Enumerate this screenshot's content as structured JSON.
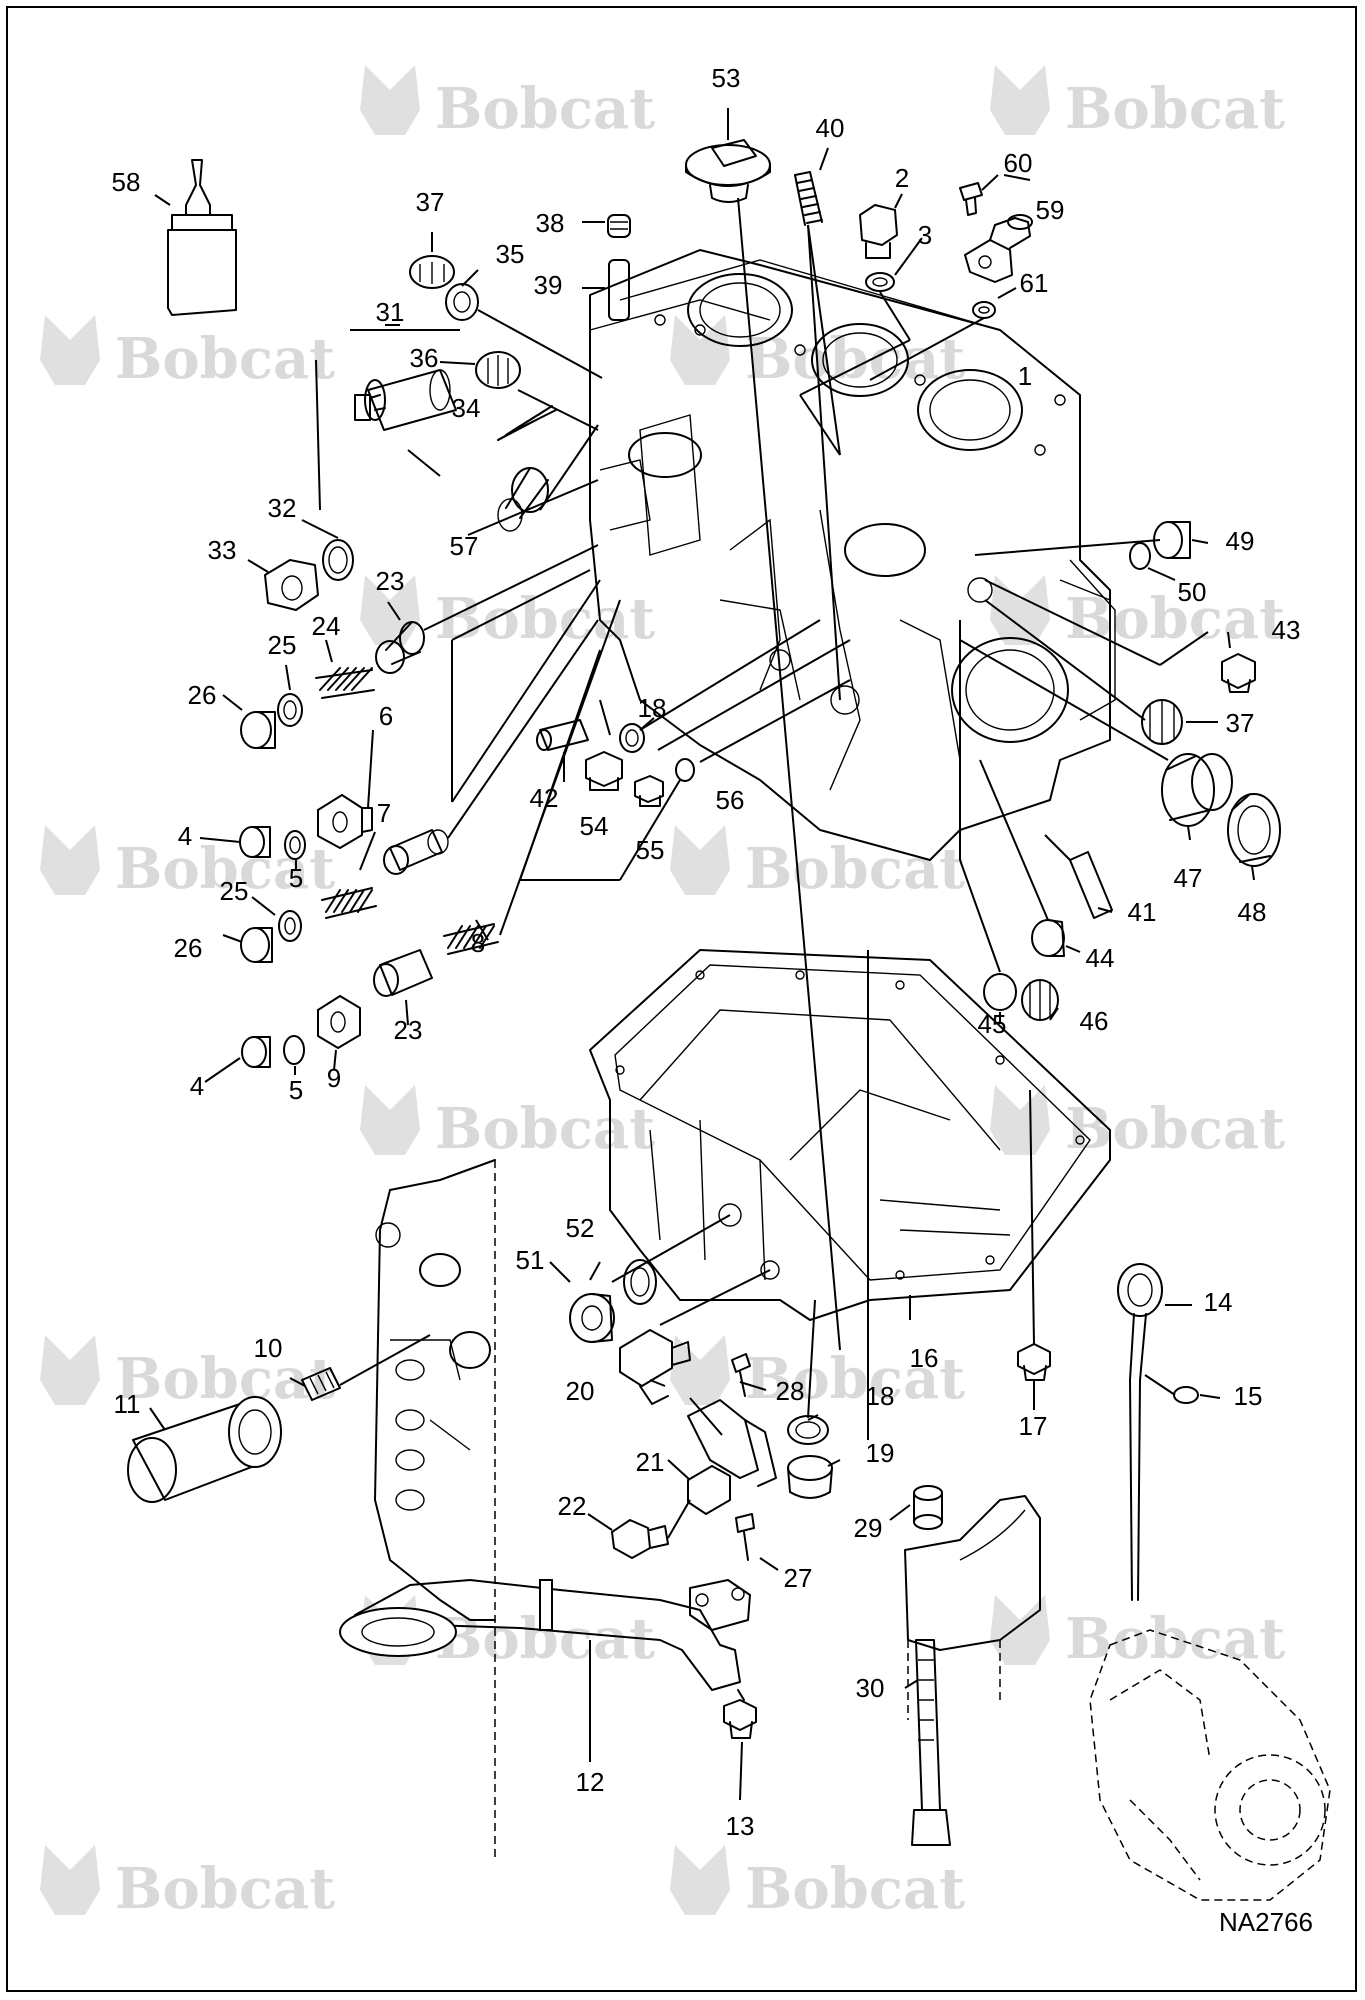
{
  "drawing_code": "NA2766",
  "watermark_text": "Bobcat",
  "watermark_icon": "bobcat-head-logo",
  "line_color": "#000000",
  "watermark_color": "#d9d9d9",
  "callouts": {
    "c1": "1",
    "c2": "2",
    "c3": "3",
    "c4a": "4",
    "c4b": "4",
    "c5a": "5",
    "c5b": "5",
    "c6": "6",
    "c7": "7",
    "c8": "8",
    "c9": "9",
    "c10": "10",
    "c11": "11",
    "c12": "12",
    "c13": "13",
    "c14": "14",
    "c15": "15",
    "c16": "16",
    "c17": "17",
    "c18a": "18",
    "c18b": "18",
    "c19": "19",
    "c20": "20",
    "c21": "21",
    "c22": "22",
    "c23a": "23",
    "c23b": "23",
    "c24": "24",
    "c25a": "25",
    "c25b": "25",
    "c26a": "26",
    "c26b": "26",
    "c27": "27",
    "c28": "28",
    "c29": "29",
    "c30": "30",
    "c31": "31",
    "c32": "32",
    "c33": "33",
    "c34": "34",
    "c35": "35",
    "c36": "36",
    "c37a": "37",
    "c37b": "37",
    "c38": "38",
    "c39": "39",
    "c40": "40",
    "c41": "41",
    "c42": "42",
    "c43": "43",
    "c44": "44",
    "c45": "45",
    "c46": "46",
    "c47": "47",
    "c48": "48",
    "c49": "49",
    "c50": "50",
    "c51": "51",
    "c52": "52",
    "c53": "53",
    "c54": "54",
    "c55": "55",
    "c56": "56",
    "c57": "57",
    "c58": "58",
    "c59": "59",
    "c60": "60",
    "c61": "61"
  }
}
